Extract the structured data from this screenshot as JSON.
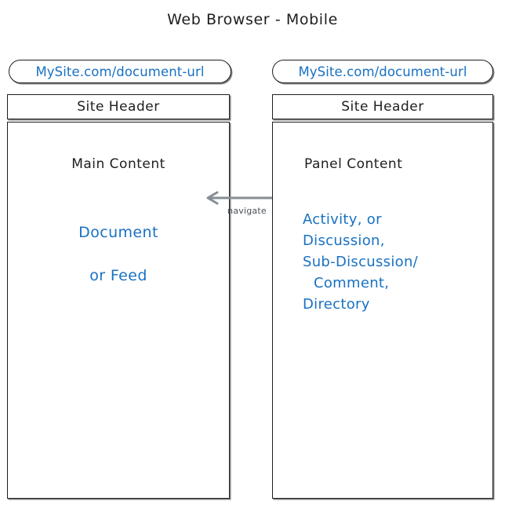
{
  "diagram": {
    "title": "Web Browser - Mobile",
    "colors": {
      "stroke": "#1e1e1e",
      "blue": "#1971c2",
      "arrow_gray": "#868e96",
      "background": "#ffffff"
    }
  },
  "left_screen": {
    "url_bar": {
      "value": "MySite.com/document-url",
      "placeholder": "MySite.com/document-url"
    },
    "site_header": "Site Header",
    "content_heading": "Main Content",
    "content_lines": [
      "Document",
      "or Feed"
    ]
  },
  "right_screen": {
    "url_bar": {
      "value": "MySite.com/document-url",
      "placeholder": "MySite.com/document-url"
    },
    "site_header": "Site Header",
    "content_heading": "Panel Content",
    "content_lines": [
      "Activity, or",
      "Discussion,",
      "Sub-Discussion/",
      "Comment,",
      "Directory"
    ]
  },
  "connector": {
    "label": "navigate",
    "icon": "double-headed-arrow-icon"
  }
}
